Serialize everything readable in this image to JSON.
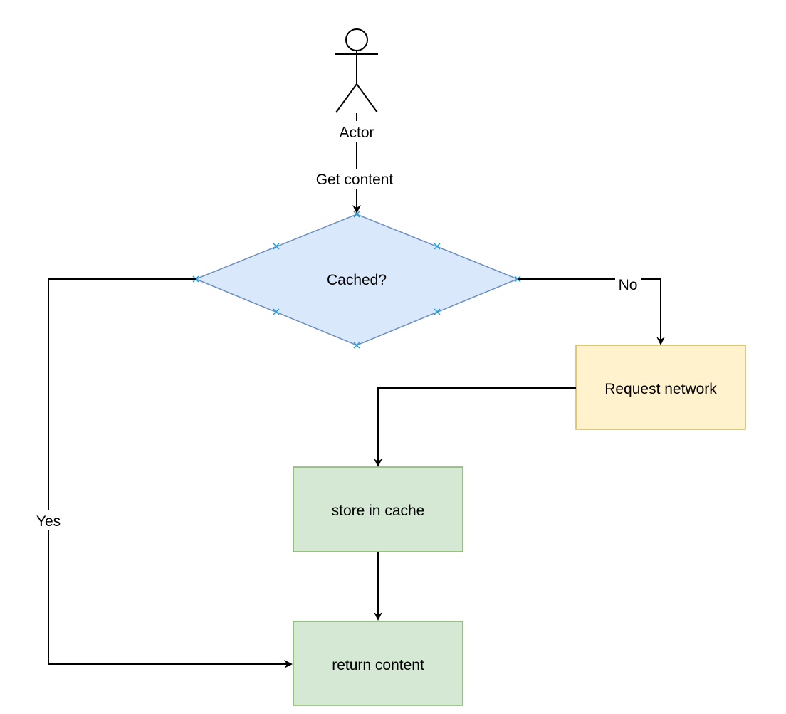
{
  "actor": {
    "label": "Actor"
  },
  "nodes": {
    "decision": {
      "label": "Cached?",
      "fill": "#dae8fc",
      "stroke": "#6c8ebf"
    },
    "request_network": {
      "label": "Request network",
      "fill": "#fff2cc",
      "stroke": "#d6b656"
    },
    "store_in_cache": {
      "label": "store in cache",
      "fill": "#d5e8d4",
      "stroke": "#82b366"
    },
    "return_content": {
      "label": "return content",
      "fill": "#d5e8d4",
      "stroke": "#82b366"
    }
  },
  "edges": {
    "get_content": {
      "label": "Get content"
    },
    "no_branch": {
      "label": "No"
    },
    "yes_branch": {
      "label": "Yes"
    }
  },
  "colors": {
    "connection_point": "#1ba1e2",
    "edge": "#000000"
  }
}
